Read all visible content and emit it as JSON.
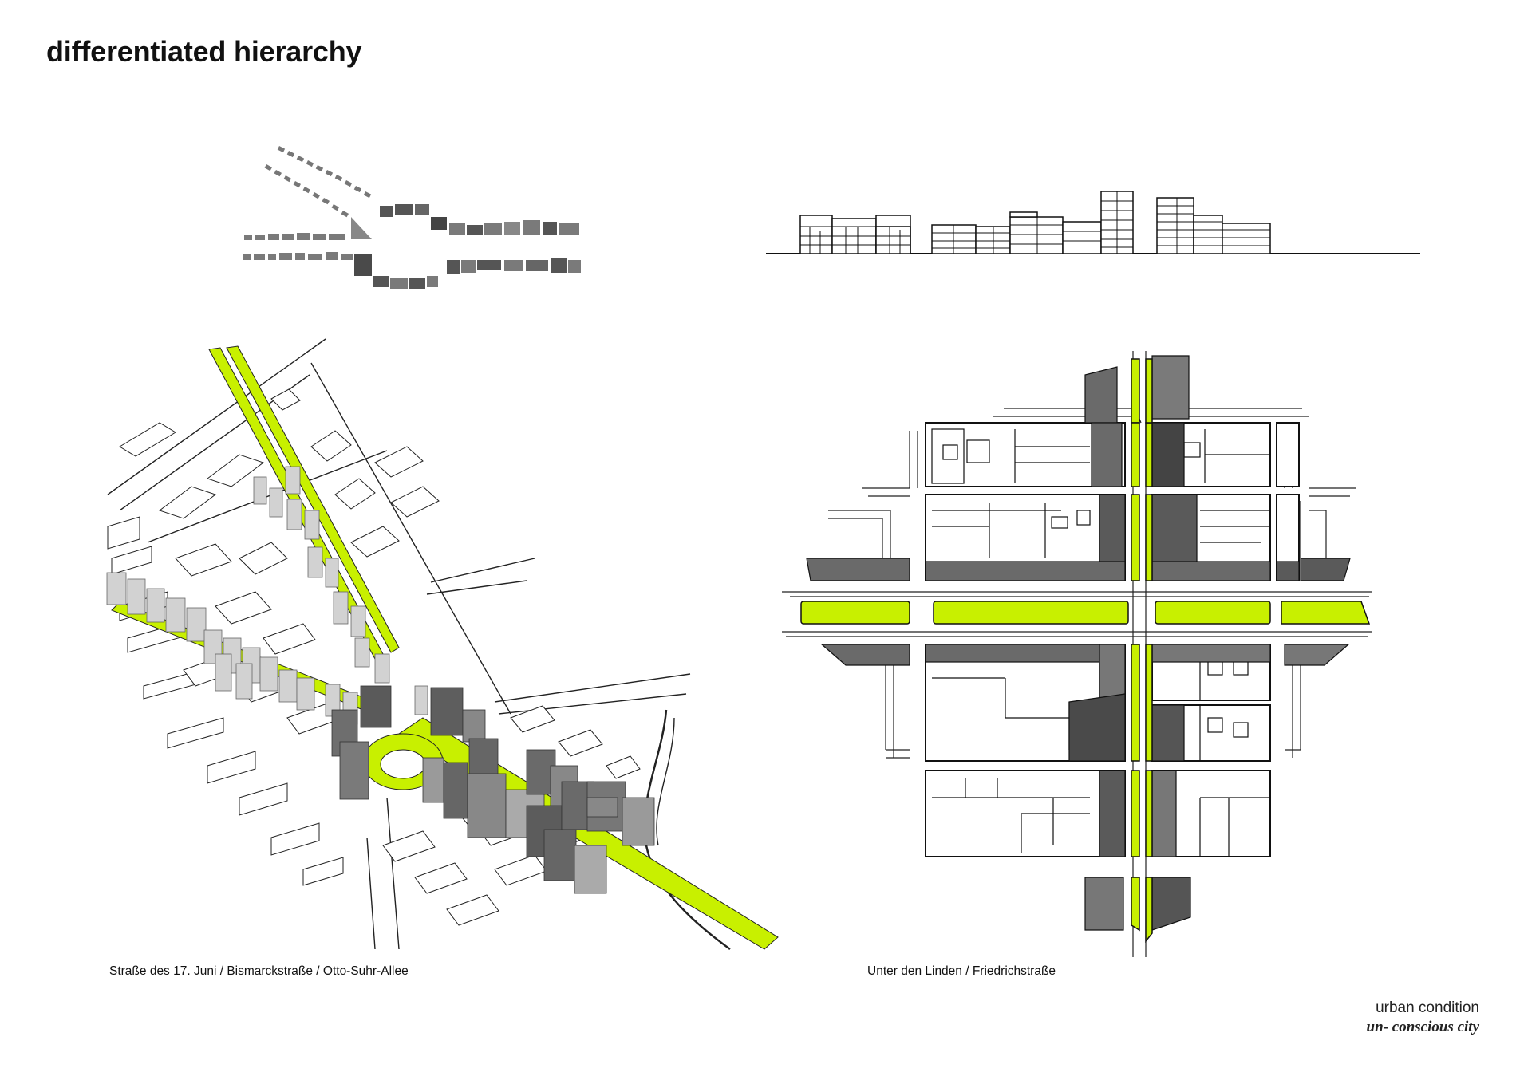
{
  "title": "differentiated hierarchy",
  "captions": {
    "left": "Straße des 17. Juni / Bismarckstraße / Otto-Suhr-Allee",
    "right": "Unter den Linden / Friedrichstraße"
  },
  "footer": {
    "line1": "urban condition",
    "line2": "un- conscious city"
  },
  "colors": {
    "accent_green": "#c8f000",
    "dark_grey": "#595959",
    "mid_grey": "#7a7a7a",
    "light_grey": "#d2d2d2",
    "line": "#111111"
  }
}
